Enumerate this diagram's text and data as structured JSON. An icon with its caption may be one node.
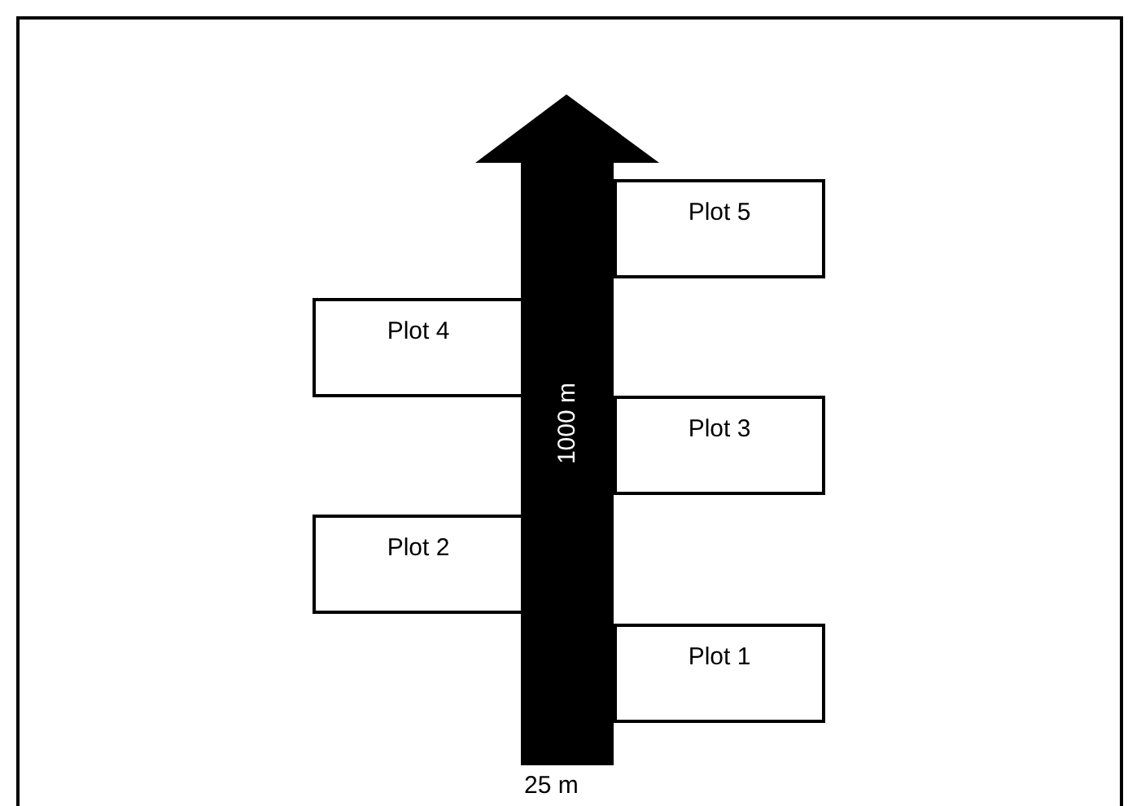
{
  "diagram": {
    "nodes": [
      {
        "text": [
          "1000 m"
        ],
        "beside": [
          "25 m"
        ]
      },
      {
        "text": [
          "Plot 5"
        ]
      },
      {
        "text": [
          "Plot 4"
        ]
      },
      {
        "text": [
          "Plot 3"
        ]
      },
      {
        "text": [
          "Plot 2"
        ]
      },
      {
        "text": [
          "Plot 1"
        ]
      }
    ],
    "edges": []
  }
}
